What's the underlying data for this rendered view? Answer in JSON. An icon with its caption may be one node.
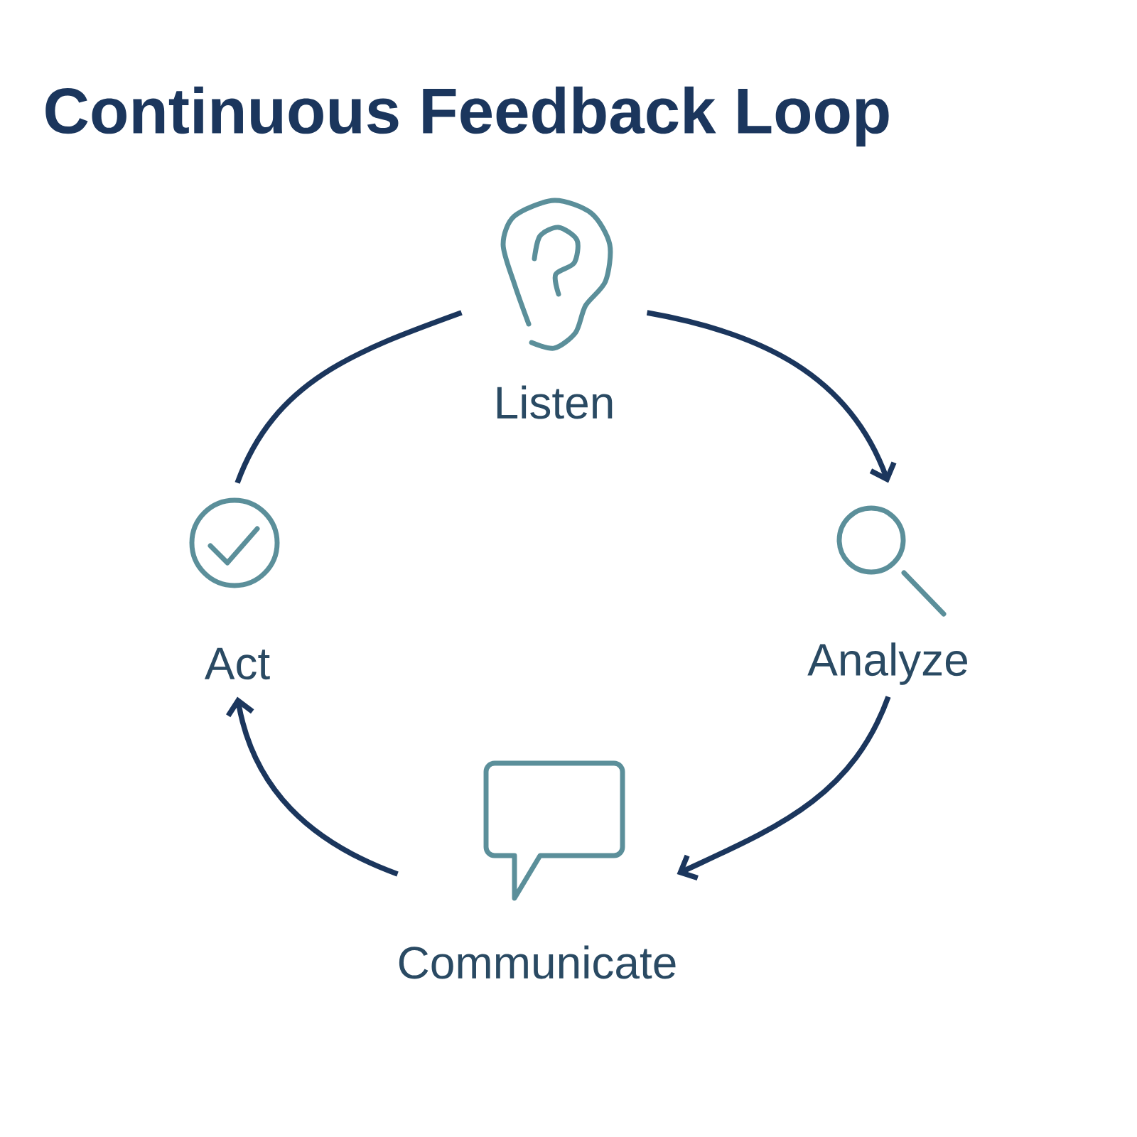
{
  "diagram": {
    "title": "Continuous Feedback Loop",
    "nodes": [
      {
        "text": [
          "Listen"
        ]
      },
      {
        "text": [
          "Analyze"
        ]
      },
      {
        "text": [
          "Communicate"
        ]
      },
      {
        "text": [
          "Act"
        ]
      }
    ],
    "edges": [
      {
        "from": 0,
        "to": 1,
        "arrow": "to"
      },
      {
        "from": 1,
        "to": 2,
        "arrow": "to"
      },
      {
        "from": 2,
        "to": 3,
        "arrow": "to"
      },
      {
        "from": 3,
        "to": 0,
        "arrow": "none"
      }
    ]
  }
}
